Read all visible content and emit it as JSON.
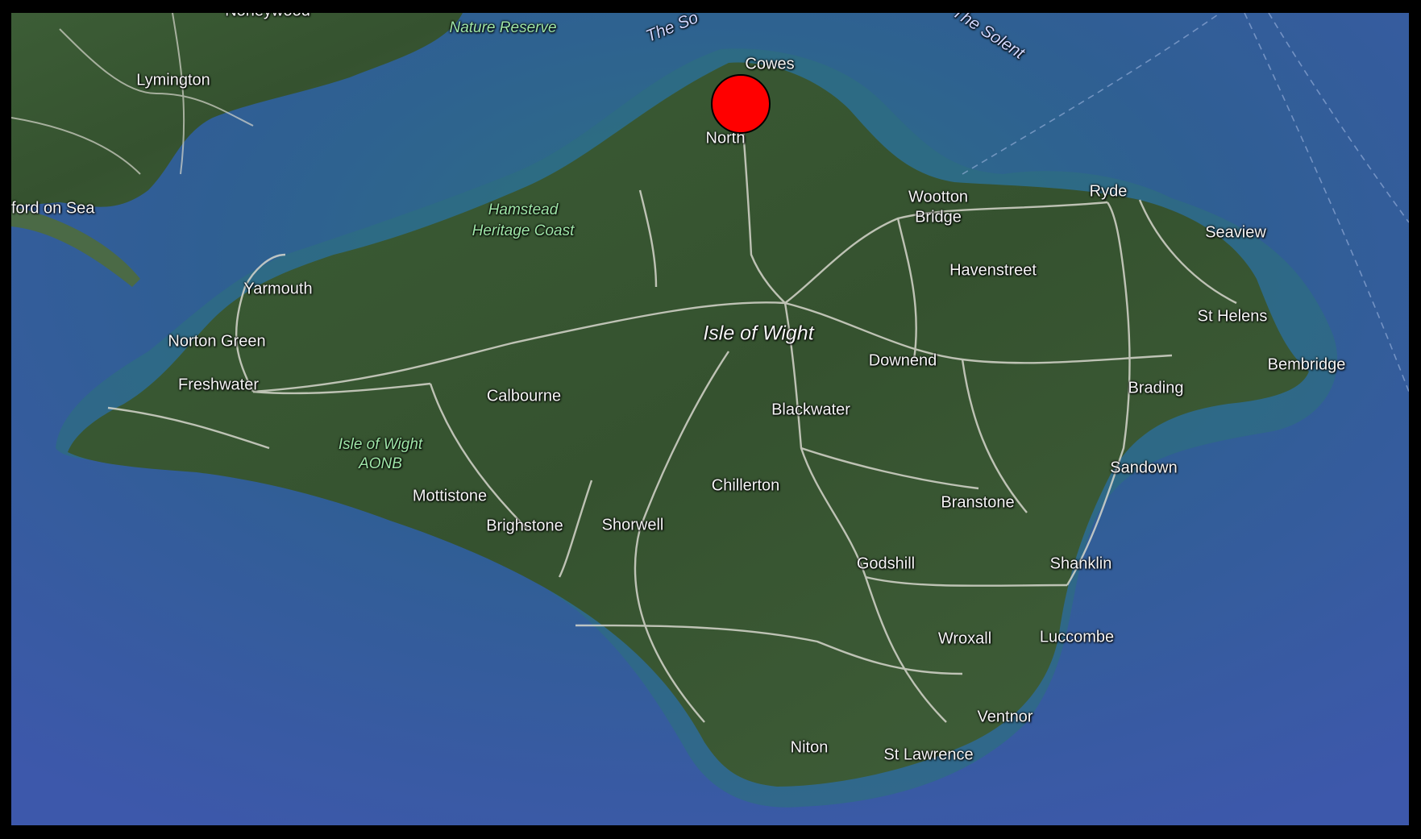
{
  "map": {
    "place_labels": [
      {
        "id": "cowes",
        "text": "Cowes"
      },
      {
        "id": "northwood",
        "text": "North"
      },
      {
        "id": "lymington",
        "text": "Lymington"
      },
      {
        "id": "milford",
        "text": "ford on Sea"
      },
      {
        "id": "honeywood",
        "text": "Noneywood"
      },
      {
        "id": "nature-reserve",
        "text": "Nature Reserve"
      },
      {
        "id": "solent-1",
        "text": "The So"
      },
      {
        "id": "solent-2",
        "text": "The Solent"
      },
      {
        "id": "hamstead",
        "text": "Hamstead"
      },
      {
        "id": "heritage",
        "text": "Heritage Coast"
      },
      {
        "id": "wootton",
        "text": "Wootton"
      },
      {
        "id": "bridge",
        "text": "Bridge"
      },
      {
        "id": "ryde",
        "text": "Ryde"
      },
      {
        "id": "seaview",
        "text": "Seaview"
      },
      {
        "id": "havenstreet",
        "text": "Havenstreet"
      },
      {
        "id": "yarmouth",
        "text": "Yarmouth"
      },
      {
        "id": "norton-green",
        "text": "Norton Green"
      },
      {
        "id": "freshwater",
        "text": "Freshwater"
      },
      {
        "id": "isle-of-wight",
        "text": "Isle of Wight"
      },
      {
        "id": "st-helens",
        "text": "St Helens"
      },
      {
        "id": "bembridge",
        "text": "Bembridge"
      },
      {
        "id": "downend",
        "text": "Downend"
      },
      {
        "id": "brading",
        "text": "Brading"
      },
      {
        "id": "calbourne",
        "text": "Calbourne"
      },
      {
        "id": "blackwater",
        "text": "Blackwater"
      },
      {
        "id": "aonb-1",
        "text": "Isle of Wight"
      },
      {
        "id": "aonb-2",
        "text": "AONB"
      },
      {
        "id": "sandown",
        "text": "Sandown"
      },
      {
        "id": "chillerton",
        "text": "Chillerton"
      },
      {
        "id": "mottistone",
        "text": "Mottistone"
      },
      {
        "id": "branstone",
        "text": "Branstone"
      },
      {
        "id": "brighstone",
        "text": "Brighstone"
      },
      {
        "id": "shorwell",
        "text": "Shorwell"
      },
      {
        "id": "godshill",
        "text": "Godshill"
      },
      {
        "id": "shanklin",
        "text": "Shanklin"
      },
      {
        "id": "wroxall",
        "text": "Wroxall"
      },
      {
        "id": "luccombe",
        "text": "Luccombe"
      },
      {
        "id": "ventnor",
        "text": "Ventnor"
      },
      {
        "id": "niton",
        "text": "Niton"
      },
      {
        "id": "st-lawrence",
        "text": "St Lawrence"
      }
    ],
    "marker": {
      "color": "#ff0000",
      "near": "Northwood"
    },
    "colors": {
      "sea": "#3d5aa8",
      "sea_shallow": "#2f6f86",
      "land": "#3b5a36",
      "road": "#d8d8d0"
    }
  }
}
